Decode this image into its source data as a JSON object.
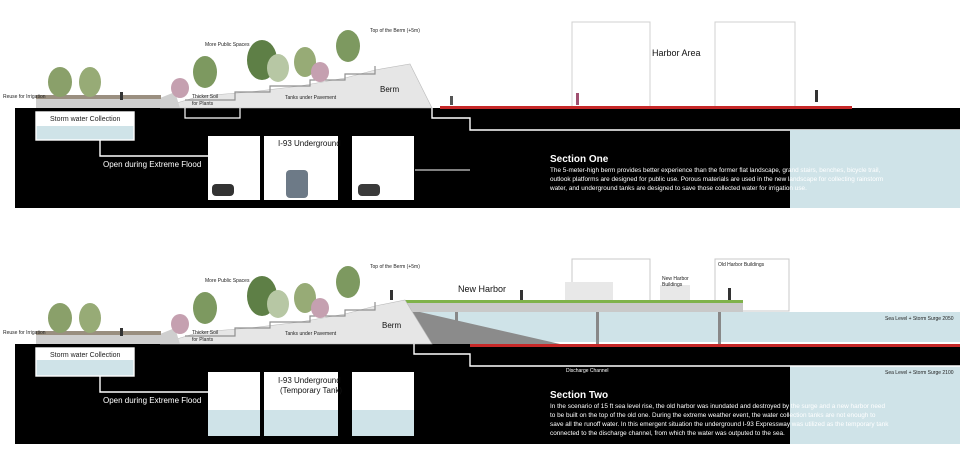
{
  "section1": {
    "labels": {
      "top_berm": "Top of the Berm (+5m)",
      "more_public": "More Public Spaces",
      "reuse": "Reuse for Irrigation",
      "thicker_soil_a": "Thicker Soil",
      "thicker_soil_b": "for Plants",
      "tanks_under": "Tanks under Pavement",
      "berm": "Berm",
      "harbor_area": "Harbor Area",
      "storm_water": "Storm water Collection",
      "open_flood": "Open during Extreme Flood",
      "i93": "I-93 Underground"
    },
    "title": "Section One",
    "body": [
      "The 5-meter-high berm provides better experience than the former flat landscape, grand stairs, benches, bicycle trail,",
      "outlook platforms are designed for public use. Porous materials are used in the new landscape for collecting rainstorm",
      "water, and underground tanks are designed to save those collected water for irrigation use."
    ]
  },
  "section2": {
    "labels": {
      "top_berm": "Top of the Berm (+5m)",
      "more_public": "More Public Spaces",
      "reuse": "Reuse for Irrigation",
      "thicker_soil_a": "Thicker Soil",
      "thicker_soil_b": "for Plants",
      "tanks_under": "Tanks under Pavement",
      "berm": "Berm",
      "new_harbor": "New Harbor",
      "new_harbor_bld_a": "New Harbor",
      "new_harbor_bld_b": "Buildings",
      "old_harbor_bld": "Old Harbor Buildings",
      "sea_level_surge_2050": "Sea Level + Storm Surge 2050",
      "sea_level_surge_2100": "Sea Level + Storm Surge 2100",
      "discharge": "Discharge Channel",
      "storm_water": "Storm water Collection",
      "open_flood": "Open during Extreme Flood",
      "i93_a": "I-93 Underground",
      "i93_b": "(Temporary Tank)"
    },
    "title": "Section Two",
    "body": [
      "In the scenario of 15 ft sea level rise, the old harbor was inundated and destroyed by the surge and a new harbor need",
      "to be built on the top of the old one. During the extreme weather event, the water collection tanks are not enough to",
      "save all the runoff water. In this emergent situation the underground I-93 Expressway was utilized as the temporary tank",
      "connected to the discharge channel, from which the water was outputed to the sea."
    ]
  },
  "colors": {
    "ground": "#000000",
    "water": "#cfe3e8",
    "berm": "#e6e6e6",
    "tree": "#6f8f54",
    "harbor_line": "#7fb24a"
  }
}
